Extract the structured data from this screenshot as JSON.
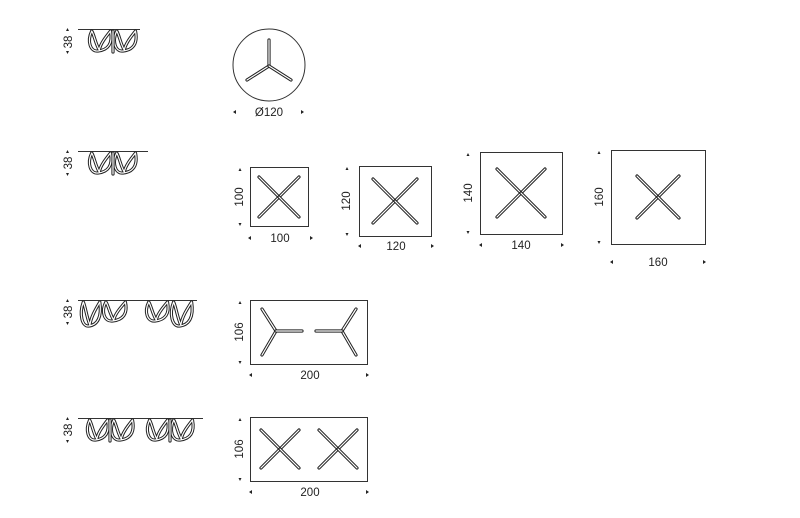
{
  "rows": [
    {
      "height": "38",
      "plans": [
        {
          "diameter": "Ø120"
        }
      ]
    },
    {
      "height": "38",
      "plans": [
        {
          "depth": "100",
          "width": "100"
        },
        {
          "depth": "120",
          "width": "120"
        },
        {
          "depth": "140",
          "width": "140"
        },
        {
          "depth": "160",
          "width": "160"
        }
      ]
    },
    {
      "height": "38",
      "plans": [
        {
          "depth": "106",
          "width": "200"
        }
      ]
    },
    {
      "height": "38",
      "plans": [
        {
          "depth": "106",
          "width": "200"
        }
      ]
    }
  ]
}
